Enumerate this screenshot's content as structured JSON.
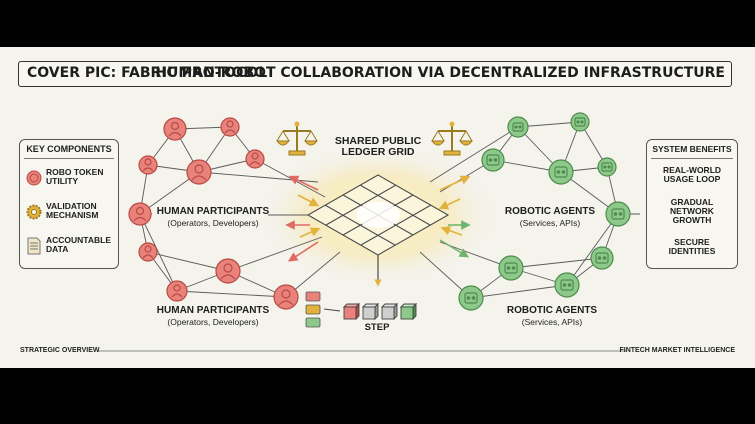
{
  "header": {
    "left_title": "COVER PIC: FABRIC PROTOCOL",
    "right_title": "HUMAN-ROBOT COLLABORATION VIA DECENTRALIZED INFRASTRUCTURE"
  },
  "key_components": {
    "title": "KEY COMPONENTS",
    "items": [
      {
        "label": "ROBO TOKEN UTILITY",
        "line1": "ROBO TOKEN",
        "line2": "UTILITY",
        "icon": "coin-icon"
      },
      {
        "label": "VALIDATION MECHANISM",
        "line1": "VALIDATION",
        "line2": "MECHANISM",
        "icon": "gear-icon"
      },
      {
        "label": "ACCOUNTABLE DATA",
        "line1": "ACCOUNTABLE",
        "line2": "DATA",
        "icon": "document-icon"
      }
    ]
  },
  "system_benefits": {
    "title": "SYSTEM BENEFITS",
    "items": [
      {
        "line1": "REAL-WORLD",
        "line2": "USAGE LOOP"
      },
      {
        "line1": "GRADUAL",
        "line2": "NETWORK",
        "line3": "GROWTH"
      },
      {
        "line1": "SECURE",
        "line2": "IDENTITIES"
      }
    ]
  },
  "center": {
    "ledger_line1": "SHARED PUBLIC",
    "ledger_line2": "LEDGER GRID",
    "step_label": "STEP"
  },
  "groups": {
    "human_upper": {
      "title": "HUMAN PARTICIPANTS",
      "subtitle": "(Operators, Developers)"
    },
    "human_lower": {
      "title": "HUMAN PARTICIPANTS",
      "subtitle": "(Operators, Developers)"
    },
    "robot_upper": {
      "title": "ROBOTIC AGENTS",
      "subtitle": "(Services, APIs)"
    },
    "robot_lower": {
      "title": "ROBOTIC AGENTS",
      "subtitle": "(Services, APIs)"
    }
  },
  "footer": {
    "left": "STRATEGIC OVERVIEW",
    "right": "FINTECH MARKET INTELLIGENCE"
  },
  "colors": {
    "human_fill": "#e8827a",
    "human_stroke": "#b84a44",
    "robot_fill": "#8ec98c",
    "robot_stroke": "#4f8b4d",
    "gold": "#e2b23c",
    "line": "#555555"
  }
}
